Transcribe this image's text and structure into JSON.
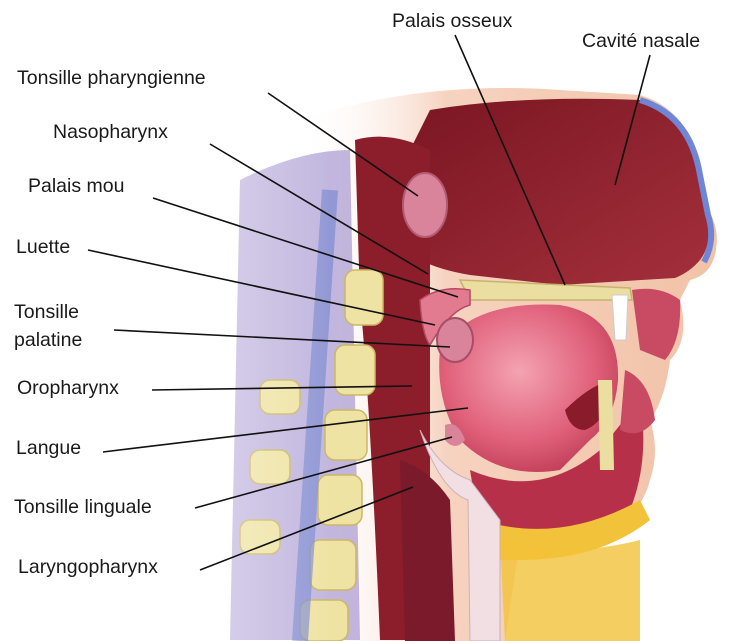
{
  "labels": {
    "palais_osseux": "Palais osseux",
    "cavite_nasale": "Cavité nasale",
    "tonsille_pharyngienne": "Tonsille pharyngienne",
    "nasopharynx": "Nasopharynx",
    "palais_mou": "Palais mou",
    "luette": "Luette",
    "tonsille_palatine_1": "Tonsille",
    "tonsille_palatine_2": "palatine",
    "oropharynx": "Oropharynx",
    "langue": "Langue",
    "tonsille_linguale": "Tonsille linguale",
    "laryngopharynx": "Laryngopharynx"
  },
  "colors": {
    "skin": "#f3c6ad",
    "tissue_dark": "#7a1e2a",
    "cavity": "#8e1f2c",
    "tongue": "#e4647a",
    "bone": "#eadfa0",
    "spine_blue": "#7d8bd0",
    "fat_yellow": "#f2c23a",
    "leader_line": "#111111"
  }
}
